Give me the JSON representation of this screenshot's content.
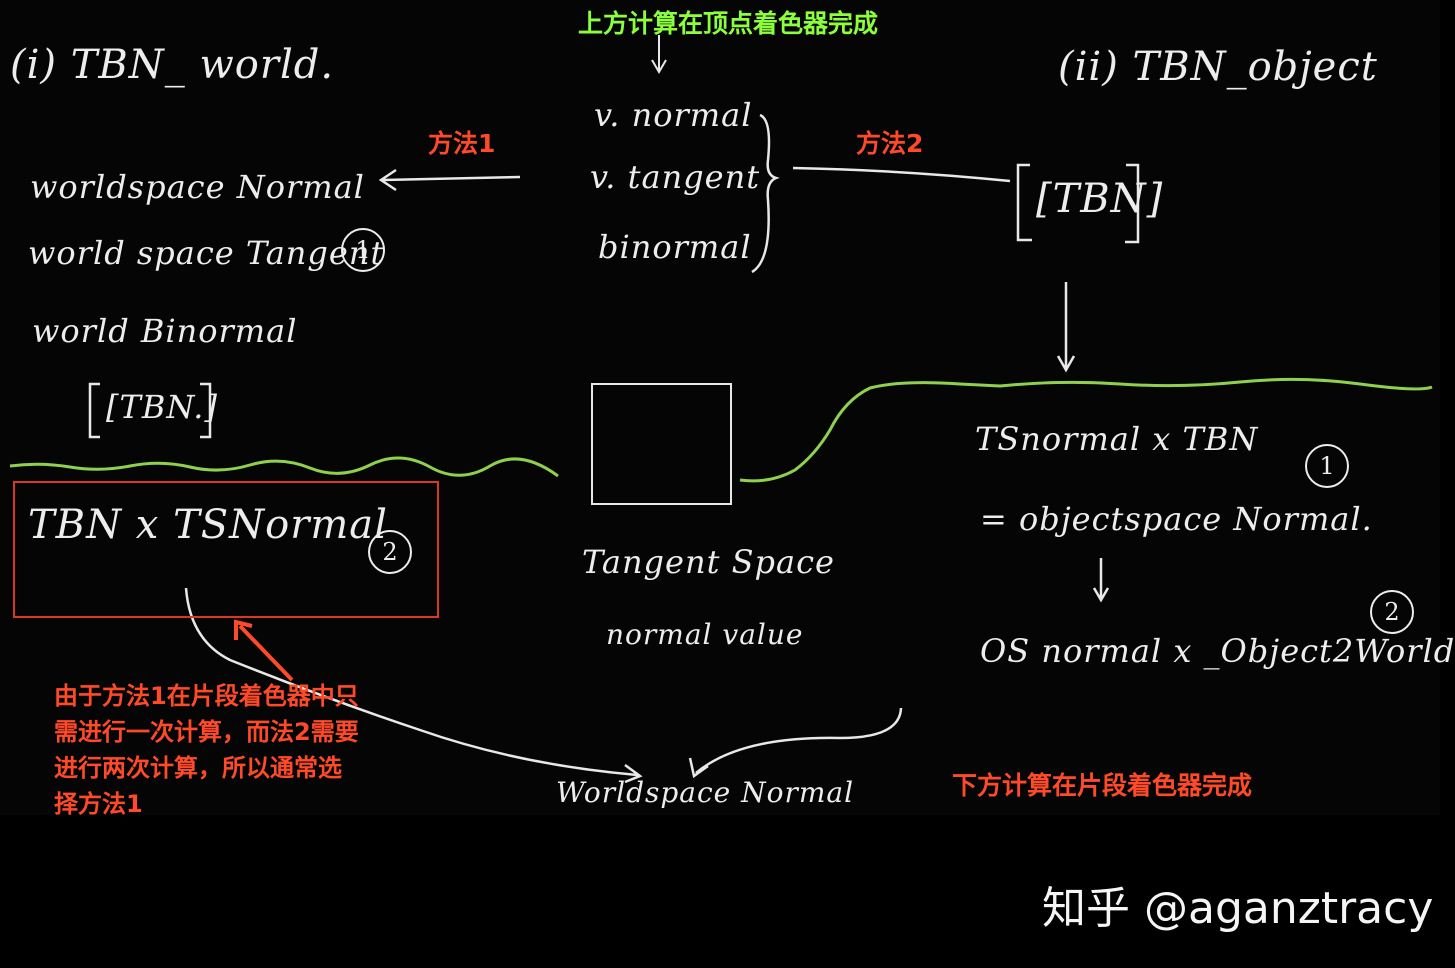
{
  "section_i_title": "(i) TBN_ world.",
  "section_ii_title": "(ii) TBN_object",
  "top_note": "上方计算在顶点着色器完成",
  "vertex_inputs": [
    "v. normal",
    "v. tangent",
    "binormal"
  ],
  "method1_label": "方法1",
  "method2_label": "方法2",
  "world_vectors": [
    "worldspace Normal",
    "world space Tangent",
    "world Binormal"
  ],
  "world_tbn": "[TBN.]",
  "object_tbn": "[TBN]",
  "marker_1": "1",
  "marker_2": "2",
  "tangent_space": {
    "line1": "Tangent Space",
    "line2": "normal value"
  },
  "left_formula": "TBN x TSNormal",
  "right_formula_1": "TSnormal x TBN",
  "right_formula_2": "= objectspace Normal.",
  "right_formula_3": "OS normal x _Object2World",
  "result": "Worldspace Normal",
  "explanation": [
    "由于方法1在片段着色器中只",
    "需进行一次计算，而法2需要",
    "进行两次计算，所以通常选",
    "择方法1"
  ],
  "bottom_note": "下方计算在片段着色器完成",
  "watermark": "知乎 @aganztracy",
  "colors": {
    "green_note": "#8cff3c",
    "red_note": "#ff4a2a",
    "green_line": "#8fd14f",
    "red_box": "#d8391f"
  }
}
